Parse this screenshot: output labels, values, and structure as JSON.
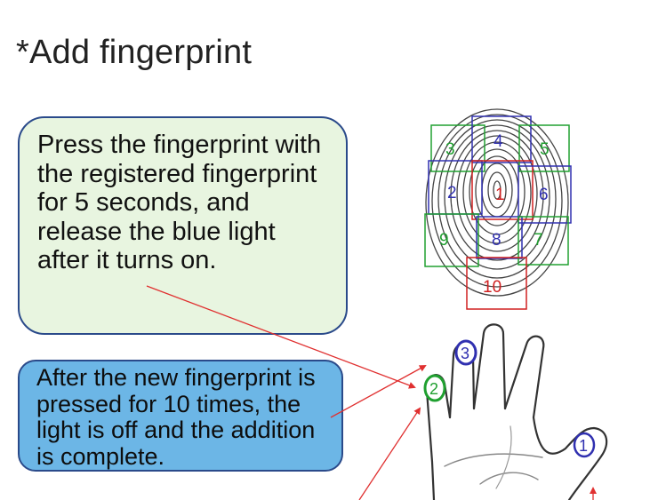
{
  "page": {
    "title": "*Add fingerprint"
  },
  "callouts": {
    "press": {
      "text": "Press the fingerprint with the registered fingerprint for 5 seconds, and release the blue light after it turns on.",
      "background": "#e8f5e0",
      "border": "#2a4a8a"
    },
    "complete": {
      "text": "After the new fingerprint is pressed for 10 times, the light is off and the addition is complete.",
      "background": "#6cb6e6",
      "border": "#2a4a8a"
    }
  },
  "fingerprint_regions": [
    {
      "label": "1",
      "color": "#d02020"
    },
    {
      "label": "2",
      "color": "#3030b0"
    },
    {
      "label": "3",
      "color": "#20a030"
    },
    {
      "label": "4",
      "color": "#3030b0"
    },
    {
      "label": "5",
      "color": "#20a030"
    },
    {
      "label": "6",
      "color": "#3030b0"
    },
    {
      "label": "7",
      "color": "#20a030"
    },
    {
      "label": "8",
      "color": "#3030b0"
    },
    {
      "label": "9",
      "color": "#20a030"
    },
    {
      "label": "10",
      "color": "#d02020"
    }
  ],
  "finger_markers": [
    {
      "label": "1",
      "color": "#3030b0"
    },
    {
      "label": "2",
      "color": "#20a030"
    },
    {
      "label": "3",
      "color": "#3030b0"
    }
  ],
  "colors": {
    "arrow": "#e03030",
    "title": "#222222"
  }
}
